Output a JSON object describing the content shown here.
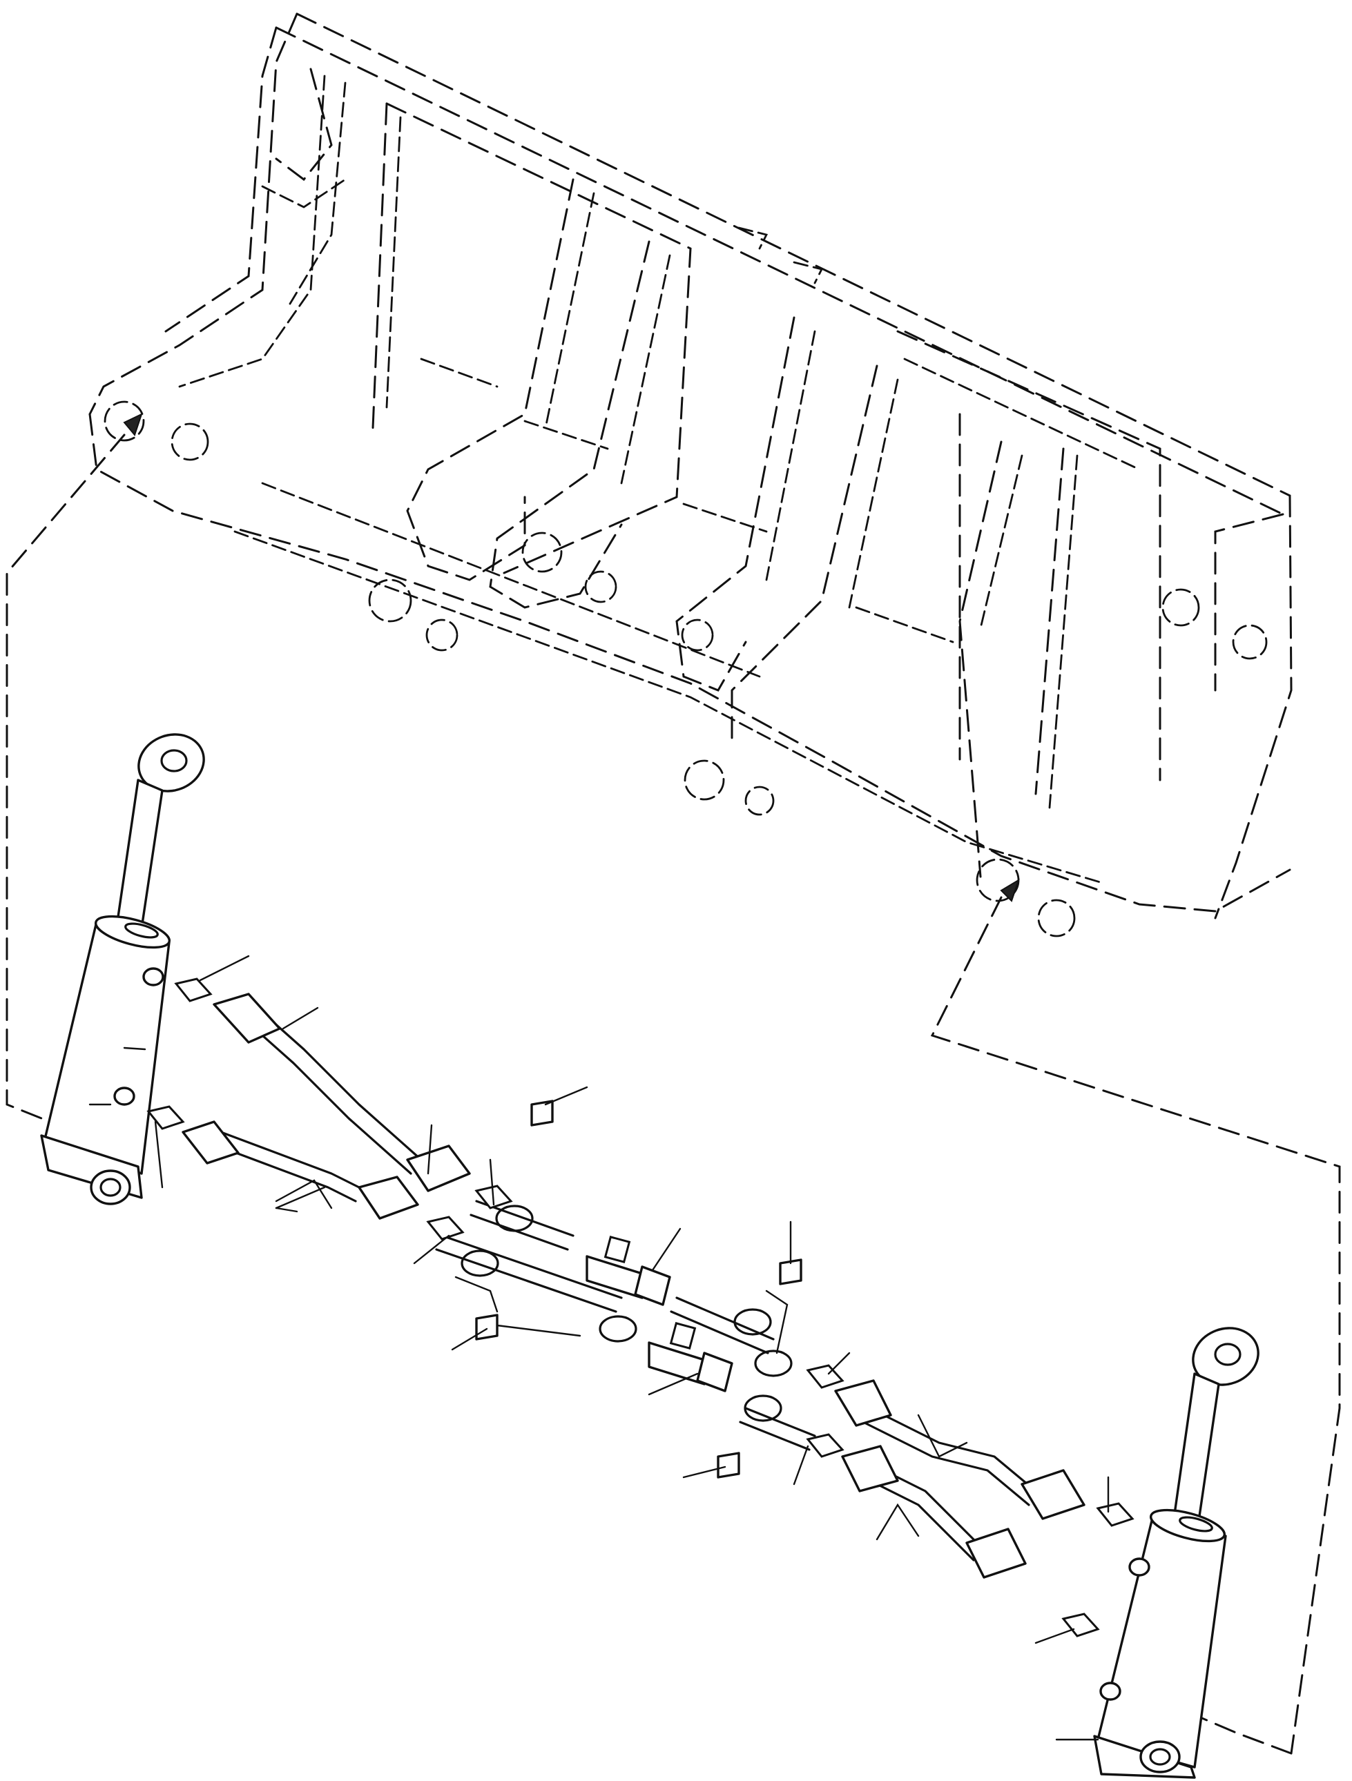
{
  "figure": {
    "type": "exploded parts diagram",
    "parts": [
      {
        "name": "bucket"
      },
      {
        "name": "hydraulic-cylinder-left"
      },
      {
        "name": "hydraulic-cylinder-right"
      },
      {
        "name": "hydraulic-hoses"
      },
      {
        "name": "tee-fittings"
      },
      {
        "name": "hose-clamps"
      },
      {
        "name": "elbow-fittings"
      }
    ]
  }
}
